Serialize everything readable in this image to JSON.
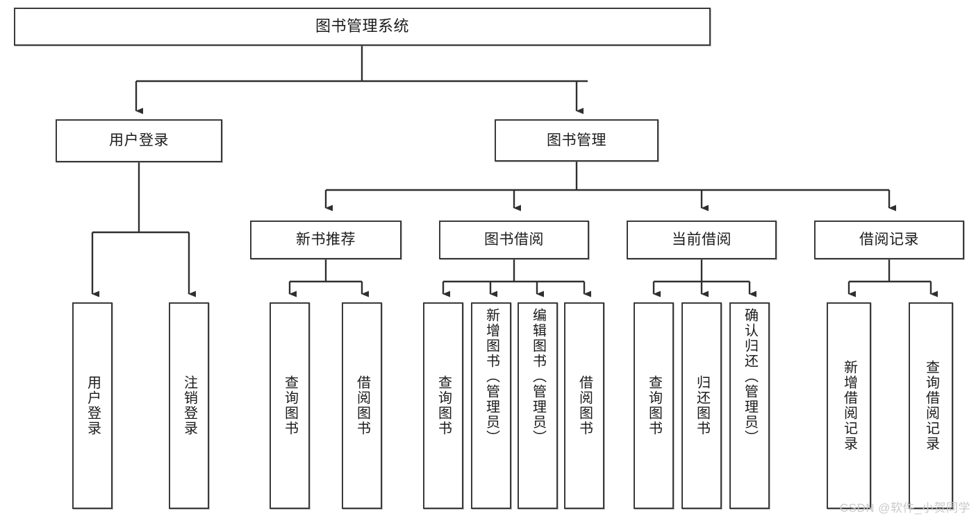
{
  "diagram": {
    "title": "图书管理系统",
    "root": {
      "label": "图书管理系统"
    },
    "level1": [
      {
        "label": "用户登录"
      },
      {
        "label": "图书管理"
      }
    ],
    "level2": [
      {
        "label": "新书推荐"
      },
      {
        "label": "图书借阅"
      },
      {
        "label": "当前借阅"
      },
      {
        "label": "借阅记录"
      }
    ],
    "leaves": {
      "user_login": [
        {
          "label": "用户登录"
        },
        {
          "label": "注销登录"
        }
      ],
      "new_book_recommend": [
        {
          "label": "查询图书"
        },
        {
          "label": "借阅图书"
        }
      ],
      "book_borrow": [
        {
          "label": "查询图书"
        },
        {
          "label": "新增图书（管理员）"
        },
        {
          "label": "编辑图书（管理员）"
        },
        {
          "label": "借阅图书"
        }
      ],
      "current_borrow": [
        {
          "label": "查询图书"
        },
        {
          "label": "归还图书"
        },
        {
          "label": "确认归还（管理员）"
        }
      ],
      "borrow_record": [
        {
          "label": "新增借阅记录"
        },
        {
          "label": "查询借阅记录"
        }
      ]
    }
  },
  "watermark": {
    "text": "CSDN @软件_小贺同学",
    "color": "#c9c9c9"
  },
  "colors": {
    "border": "#3a3a3a",
    "background": "#ffffff",
    "text": "#1b1b1b"
  }
}
